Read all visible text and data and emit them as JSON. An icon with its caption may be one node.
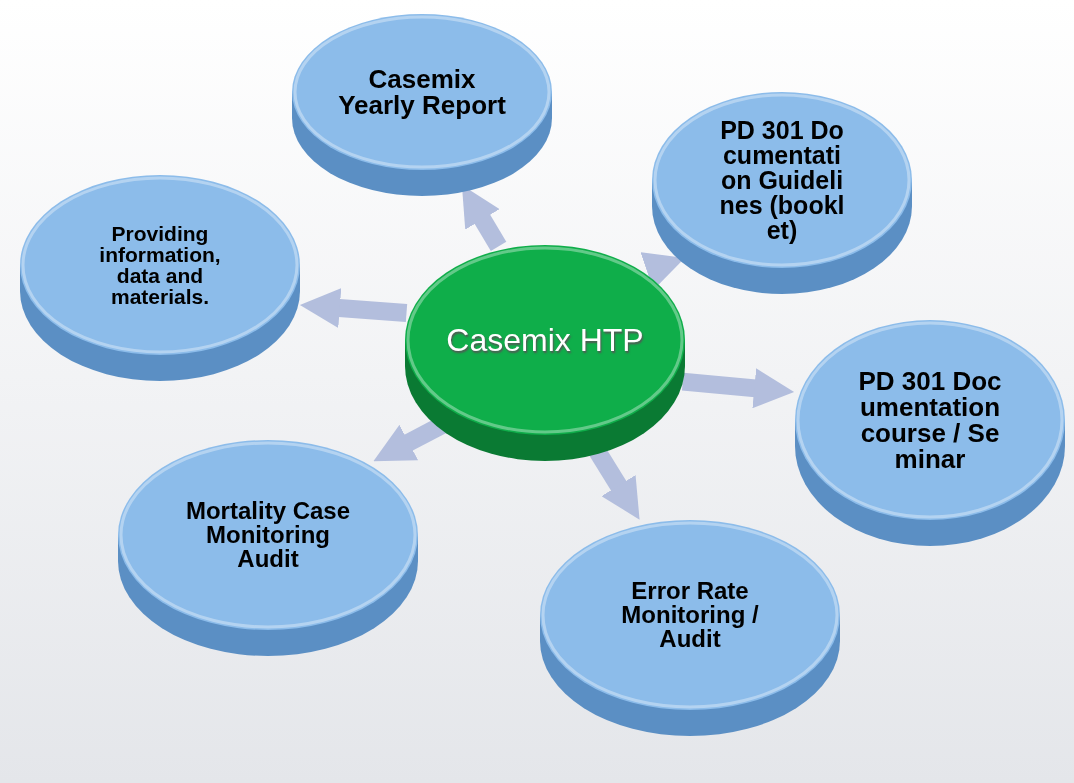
{
  "diagram": {
    "nodes": [
      {
        "text": [
          "Casemix HTP"
        ]
      },
      {
        "text": [
          "Casemix Yearly Report"
        ]
      },
      {
        "text": [
          "PD 301 Documentation Guidelines (booklet)"
        ]
      },
      {
        "text": [
          "PD 301 Documentation course / Seminar"
        ]
      },
      {
        "text": [
          "Error Rate Monitoring / Audit"
        ]
      },
      {
        "text": [
          "Mortality Case Monitoring Audit"
        ]
      },
      {
        "text": [
          "Providing information, data and materials."
        ]
      }
    ],
    "edges": [
      {
        "from": 0,
        "to": 1,
        "arrow": "to"
      },
      {
        "from": 0,
        "to": 2,
        "arrow": "to"
      },
      {
        "from": 0,
        "to": 3,
        "arrow": "to"
      },
      {
        "from": 0,
        "to": 4,
        "arrow": "to"
      },
      {
        "from": 0,
        "to": 5,
        "arrow": "to"
      },
      {
        "from": 0,
        "to": 6,
        "arrow": "to"
      }
    ]
  }
}
